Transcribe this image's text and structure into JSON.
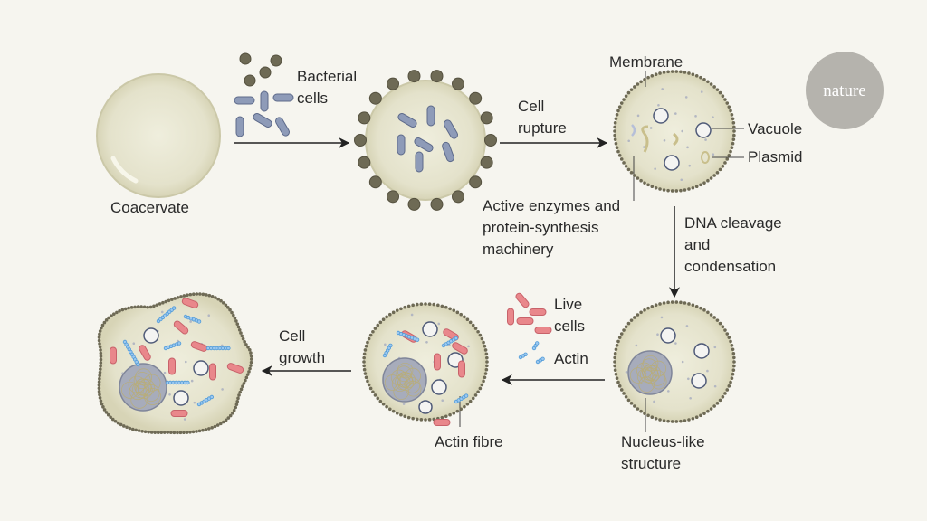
{
  "labels": {
    "coacervate": "Coacervate",
    "bacterial_1": "Bacterial",
    "bacterial_2": "cells",
    "rupture_1": "Cell",
    "rupture_2": "rupture",
    "membrane": "Membrane",
    "vacuole": "Vacuole",
    "plasmid": "Plasmid",
    "enzymes_1": "Active enzymes and",
    "enzymes_2": "protein-synthesis",
    "enzymes_3": "machinery",
    "dna_1": "DNA cleavage",
    "dna_2": "and",
    "dna_3": "condensation",
    "nucleus_1": "Nucleus-like",
    "nucleus_2": "structure",
    "live_1": "Live",
    "live_2": "cells",
    "actin": "Actin",
    "actin_fibre": "Actin fibre",
    "growth_1": "Cell",
    "growth_2": "growth"
  },
  "logo": {
    "text": "nature"
  },
  "colors": {
    "background": "#f6f5ef",
    "cell_fill": "#e5e3cd",
    "cell_edge": "#cbc8a8",
    "membrane_dots": "#6e6a55",
    "bacteria_rod": "#8e9bb8",
    "live_cell_rod": "#e9878b",
    "actin": "#4f9ad8",
    "logo_circle": "#b5b3ad"
  }
}
